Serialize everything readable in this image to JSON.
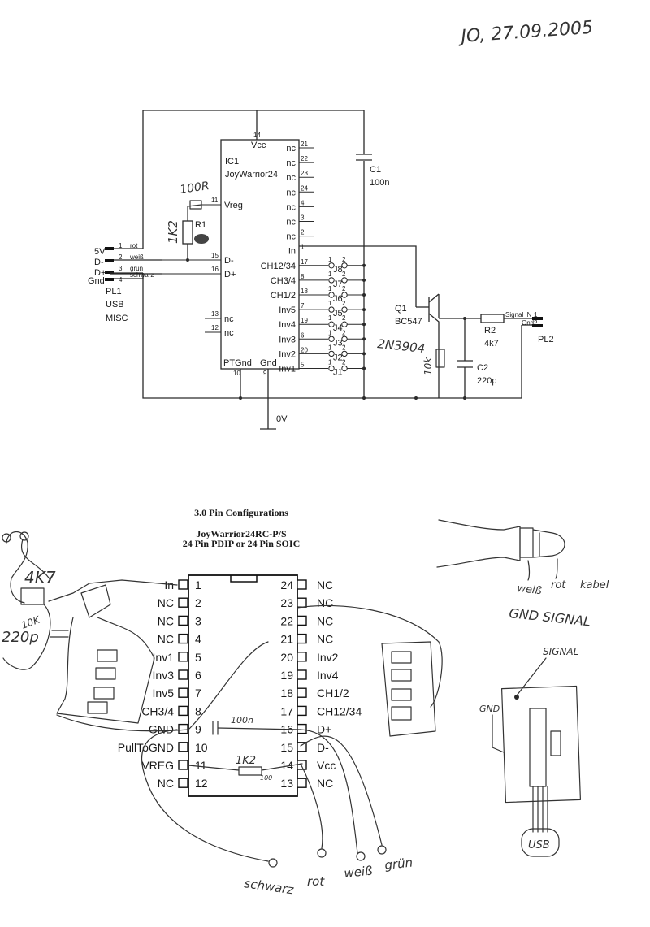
{
  "date_note": "JO, 27.09.2005",
  "schematic": {
    "ic": {
      "ref": "IC1",
      "name": "JoyWarrior24",
      "vcc": "Vcc",
      "vreg": "Vreg",
      "ptgnd": "PTGnd",
      "gnd": "Gnd",
      "left_pins": [
        {
          "num": "11",
          "label": "Vreg"
        },
        {
          "num": "15",
          "label": "D-"
        },
        {
          "num": "16",
          "label": "D+"
        },
        {
          "num": "13",
          "label": "nc"
        },
        {
          "num": "12",
          "label": "nc"
        }
      ],
      "right_pins": [
        {
          "num": "21",
          "label": "nc"
        },
        {
          "num": "22",
          "label": "nc"
        },
        {
          "num": "23",
          "label": "nc"
        },
        {
          "num": "24",
          "label": "nc"
        },
        {
          "num": "4",
          "label": "nc"
        },
        {
          "num": "3",
          "label": "nc"
        },
        {
          "num": "2",
          "label": "nc"
        },
        {
          "num": "1",
          "label": "In"
        },
        {
          "num": "17",
          "label": "CH12/34"
        },
        {
          "num": "8",
          "label": "CH3/4"
        },
        {
          "num": "18",
          "label": "CH1/2"
        },
        {
          "num": "7",
          "label": "Inv5"
        },
        {
          "num": "19",
          "label": "Inv4"
        },
        {
          "num": "6",
          "label": "Inv3"
        },
        {
          "num": "20",
          "label": "Inv2"
        },
        {
          "num": "5",
          "label": "Inv1"
        }
      ],
      "top_pin": "14",
      "bottom_pins": [
        "10",
        "9"
      ]
    },
    "jumpers": [
      "J8",
      "J7",
      "J6",
      "J5",
      "J4",
      "J3",
      "J2",
      "J1"
    ],
    "c1": {
      "ref": "C1",
      "value": "100n"
    },
    "r1": {
      "ref": "R1",
      "value_hand": "1K2",
      "vreg_hand": "100R"
    },
    "q1": {
      "ref": "Q1",
      "type": "BC547",
      "hand": "2N3904"
    },
    "r2": {
      "ref": "R2",
      "value": "4k7"
    },
    "c2": {
      "ref": "C2",
      "value": "220p"
    },
    "r_hand": "10k",
    "pl1": {
      "ref": "PL1",
      "lines": [
        "USB",
        "MISC"
      ],
      "pins": [
        {
          "label": "5V",
          "num": "1",
          "wire": "rot"
        },
        {
          "label": "D-",
          "num": "2",
          "wire": "weiß"
        },
        {
          "label": "D+",
          "num": "3",
          "wire": "grün"
        },
        {
          "label": "Gnd",
          "num": "4",
          "wire": "schwarz"
        }
      ]
    },
    "pl2": {
      "ref": "PL2",
      "pins": [
        {
          "label": "Signal IN",
          "num": "1"
        },
        {
          "label": "Gnd",
          "num": "2"
        }
      ]
    },
    "ground": "0V"
  },
  "pin_config": {
    "heading": "3.0 Pin Configurations",
    "subtitle1": "JoyWarrior24RC-P/S",
    "subtitle2": "24 Pin PDIP or 24 Pin SOIC",
    "left": [
      {
        "label": "In",
        "num": "1"
      },
      {
        "label": "NC",
        "num": "2"
      },
      {
        "label": "NC",
        "num": "3"
      },
      {
        "label": "NC",
        "num": "4"
      },
      {
        "label": "Inv1",
        "num": "5"
      },
      {
        "label": "Inv3",
        "num": "6"
      },
      {
        "label": "Inv5",
        "num": "7"
      },
      {
        "label": "CH3/4",
        "num": "8"
      },
      {
        "label": "GND",
        "num": "9"
      },
      {
        "label": "PullToGND",
        "num": "10"
      },
      {
        "label": "VREG",
        "num": "11"
      },
      {
        "label": "NC",
        "num": "12"
      }
    ],
    "right": [
      {
        "label": "NC",
        "num": "24"
      },
      {
        "label": "NC",
        "num": "23"
      },
      {
        "label": "NC",
        "num": "22"
      },
      {
        "label": "NC",
        "num": "21"
      },
      {
        "label": "Inv2",
        "num": "20"
      },
      {
        "label": "Inv4",
        "num": "19"
      },
      {
        "label": "CH1/2",
        "num": "18"
      },
      {
        "label": "CH12/34",
        "num": "17"
      },
      {
        "label": "D+",
        "num": "16"
      },
      {
        "label": "D-",
        "num": "15"
      },
      {
        "label": "Vcc",
        "num": "14"
      },
      {
        "label": "NC",
        "num": "13"
      }
    ]
  },
  "handwriting": {
    "r_4k7": "4K7",
    "r_10k": "10K",
    "c_220p": "220p",
    "c_100n": "100n",
    "r_1k2": "1K2",
    "r_100": "100",
    "wire_labels": [
      "schwarz",
      "rot",
      "weiß",
      "grün"
    ],
    "plug_labels": [
      "weiß",
      "rot",
      "kabel"
    ],
    "plug_caption": "GND   SIGNAL",
    "board_signal": "SIGNAL",
    "board_gnd": "GND",
    "usb": "USB"
  }
}
